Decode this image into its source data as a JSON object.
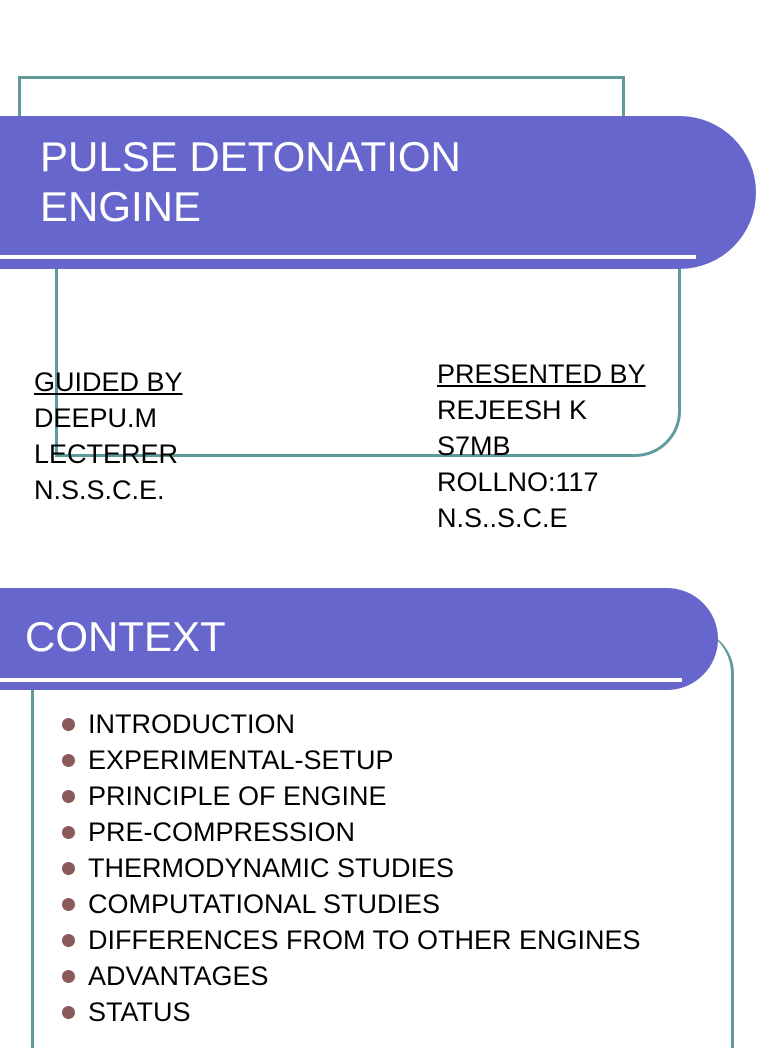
{
  "slide1": {
    "title_line1": "PULSE DETONATION",
    "title_line2": "ENGINE",
    "guided": {
      "label": "GUIDED BY",
      "lines": [
        "DEEPU.M",
        "LECTERER",
        "N.S.S.C.E."
      ]
    },
    "presented": {
      "label": "PRESENTED BY",
      "lines": [
        "REJEESH K",
        "S7MB",
        "ROLLNO:117",
        "N.S..S.C.E"
      ]
    }
  },
  "slide2": {
    "title": "CONTEXT",
    "items": [
      "INTRODUCTION",
      "EXPERIMENTAL-SETUP",
      "PRINCIPLE OF ENGINE",
      "PRE-COMPRESSION",
      "THERMODYNAMIC STUDIES",
      "COMPUTATIONAL STUDIES",
      "DIFFERENCES FROM TO OTHER ENGINES",
      "ADVANTAGES",
      "STATUS"
    ]
  },
  "colors": {
    "title_bar": "#6666cc",
    "frame": "#5f9b9b",
    "bullet": "#8a5a5a"
  }
}
